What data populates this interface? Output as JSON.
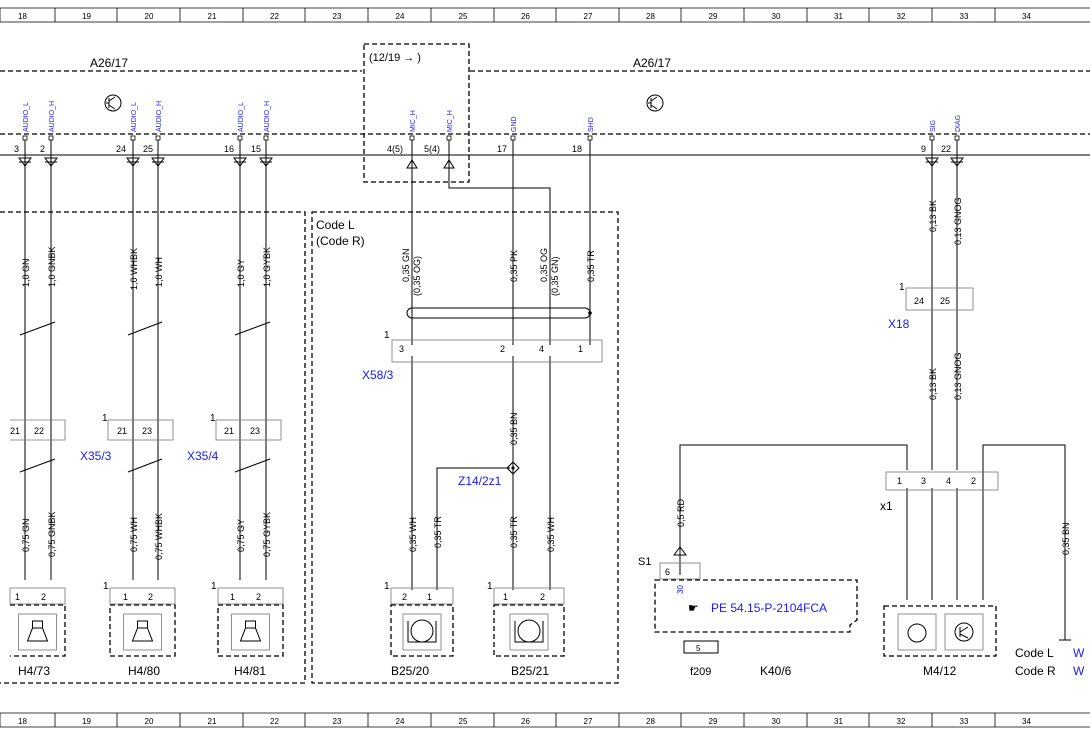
{
  "grid_columns": [
    "18",
    "19",
    "20",
    "21",
    "22",
    "23",
    "24",
    "25",
    "26",
    "27",
    "28",
    "29",
    "30",
    "31",
    "32",
    "33",
    "34"
  ],
  "modules": {
    "a26_left": "A26/17",
    "a26_right": "A26/17",
    "ref_box": "(12/19 → )"
  },
  "pins": [
    {
      "signal": "AUDIO_L",
      "num": "3"
    },
    {
      "signal": "AUDIO_H",
      "num": "2"
    },
    {
      "signal": "AUDIO_L",
      "num": "24"
    },
    {
      "signal": "AUDIO_H",
      "num": "25"
    },
    {
      "signal": "AUDIO_L",
      "num": "16"
    },
    {
      "signal": "AUDIO_H",
      "num": "15"
    },
    {
      "signal": "MIC_H",
      "num": "4(5)"
    },
    {
      "signal": "MIC_H",
      "num": "5(4)"
    },
    {
      "signal": "GND",
      "num": "17"
    },
    {
      "signal": "SHD",
      "num": "18"
    },
    {
      "signal": "SIG",
      "num": "9"
    },
    {
      "signal": "DIAG",
      "num": "22"
    }
  ],
  "wires_upper": [
    "1,0 GN",
    "1,0 GNBK",
    "1,0 WHBK",
    "1,0 WH",
    "1,0 GY",
    "1,0 GYBK",
    "0,35 GN",
    "(0,35 OG)",
    "0,35 PK",
    "0,35 OG",
    "(0,35 GN)",
    "0,35 TR",
    "0,13 BK",
    "0,13 GNOG"
  ],
  "wires_mid": [
    "0,35 BN",
    "0,13 BK",
    "0,13 GNOG"
  ],
  "wires_lower": [
    "0,75 GN",
    "0,75 GNBK",
    "0,75 WH",
    "0,75 WHBK",
    "0,75 GY",
    "0,75 GYBK",
    "0,35 WH",
    "0,35 TR",
    "0,35 TR",
    "0,35 WH",
    "0,5 RD",
    "0,35 BN"
  ],
  "connectors": {
    "x35_3": "X35/3",
    "x35_4": "X35/4",
    "x58_3": "X58/3",
    "x18": "X18",
    "z14": "Z14/2z1",
    "x1": "x1",
    "s1": "S1",
    "f209": "f209",
    "k40_6": "K40/6",
    "fuse_num": "5",
    "pin30": "30"
  },
  "code_box": {
    "line1": "Code L",
    "line2": "(Code R)"
  },
  "pe_link": "PE 54.15-P-2104FCA",
  "components": [
    "H4/73",
    "H4/80",
    "H4/81",
    "B25/20",
    "B25/21",
    "M4/12"
  ],
  "legend": {
    "code_l": "Code L",
    "code_r": "Code R",
    "w1": "W",
    "w2": "W"
  },
  "small_nums": {
    "one": "1",
    "two": "2",
    "three": "3",
    "four": "4",
    "six": "6",
    "p21": "21",
    "p22": "22",
    "p23": "23",
    "p24": "24",
    "p25": "25"
  }
}
